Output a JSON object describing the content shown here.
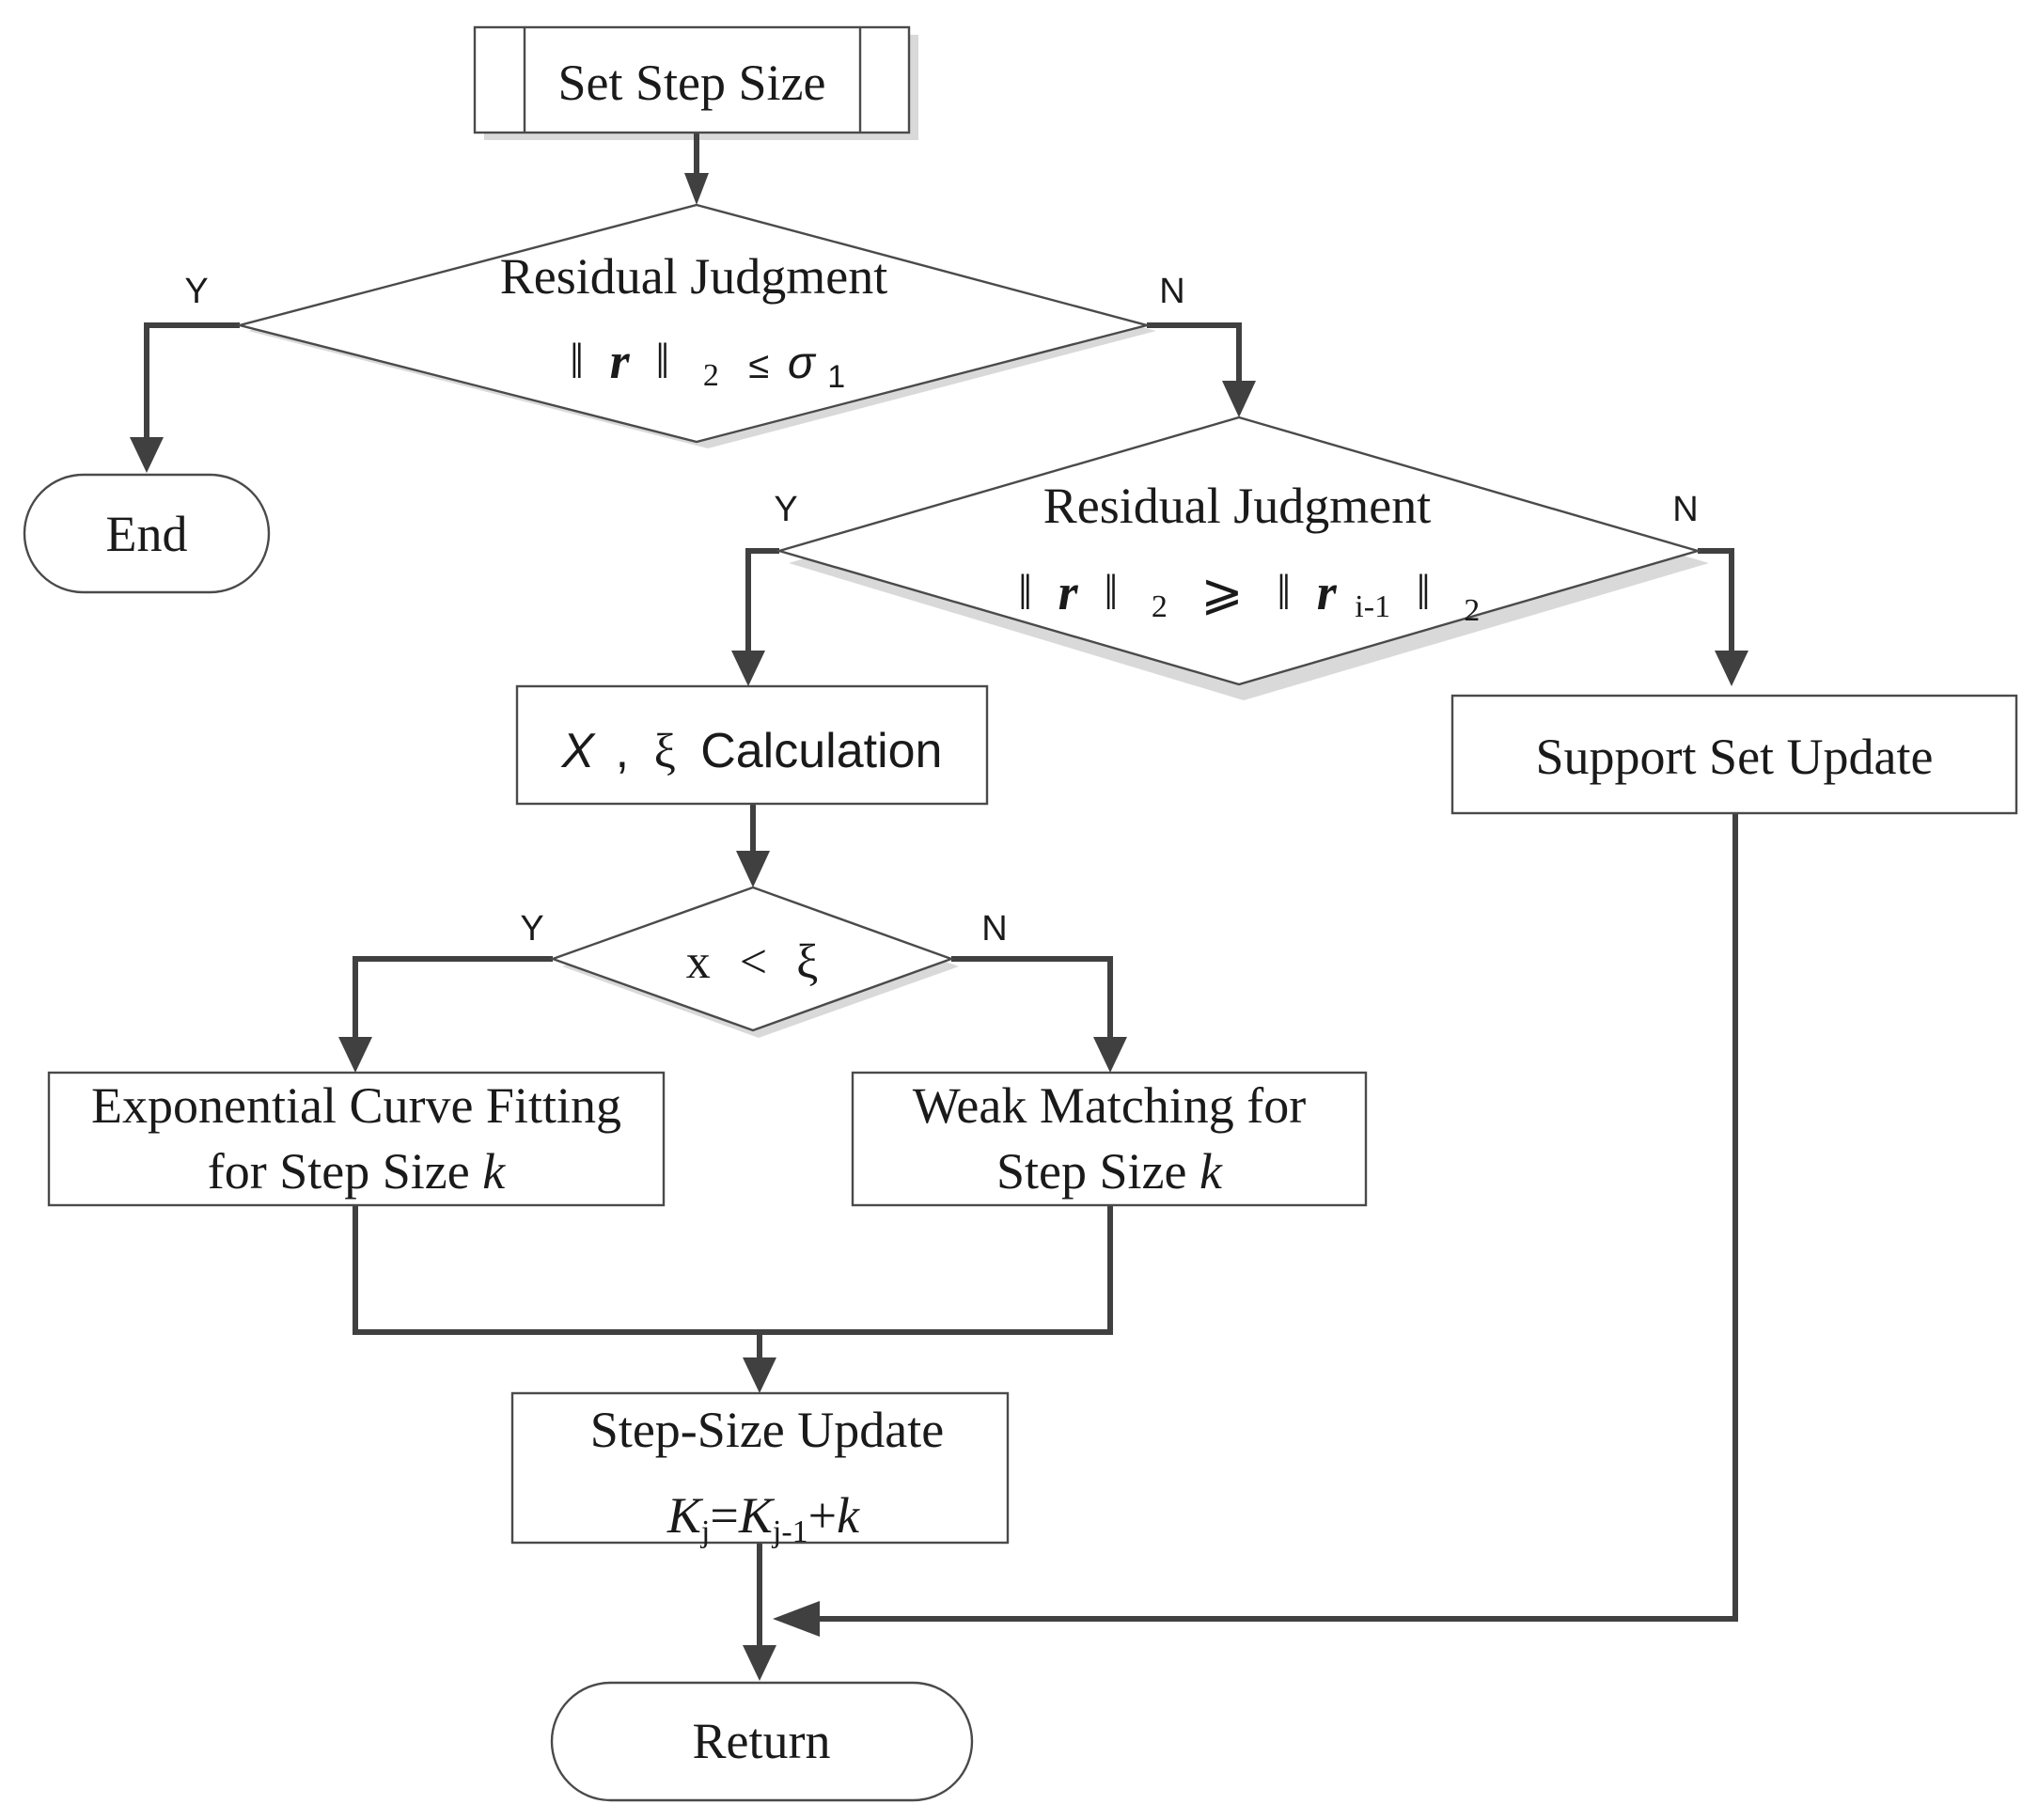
{
  "nodes": {
    "set_step_size": {
      "label": "Set Step Size"
    },
    "decision_1": {
      "title": "Residual Judgment",
      "condition": {
        "norm_left": "‖",
        "var": "r",
        "norm_right": "‖",
        "sub": "2",
        "rel": "≤",
        "sigma": "σ",
        "sigma_sub": "1"
      },
      "yes_label": "Y",
      "no_label": "N"
    },
    "end": {
      "label": "End"
    },
    "decision_2": {
      "title": "Residual Judgment",
      "condition": {
        "norm_left": "‖",
        "var": "r",
        "norm_right": "‖",
        "sub": "2",
        "rel": "⩾",
        "norm_left_2": "‖",
        "var_2": "r",
        "var_2_sub": "i-1",
        "norm_right_2": "‖",
        "sub_2": "2"
      },
      "yes_label": "Y",
      "no_label": "N"
    },
    "calc": {
      "var_x": "X",
      "sep": ",",
      "var_xi": "ξ",
      "label": "Calculation"
    },
    "support_update": {
      "label": "Support Set Update"
    },
    "decision_3": {
      "condition": {
        "left": "x",
        "rel": "<",
        "right": "ξ"
      },
      "yes_label": "Y",
      "no_label": "N"
    },
    "exp_fit": {
      "line1": "Exponential Curve Fitting",
      "line2_text": "for Step Size ",
      "line2_var": "k"
    },
    "weak_match": {
      "line1": "Weak Matching for",
      "line2_text": "Step Size ",
      "line2_var": "k"
    },
    "step_update": {
      "title": "Step-Size Update",
      "formula": {
        "lhs": "K",
        "lhs_sub": "j",
        "eq": "=",
        "rhs": "K",
        "rhs_sub": "j-1",
        "plus": "+",
        "k": "k"
      }
    },
    "return": {
      "label": "Return"
    }
  },
  "colors": {
    "line": "#404040",
    "border": "#4a4a4a",
    "text": "#1a1a1a",
    "shadow": "#d9d9d9",
    "background": "#ffffff"
  }
}
